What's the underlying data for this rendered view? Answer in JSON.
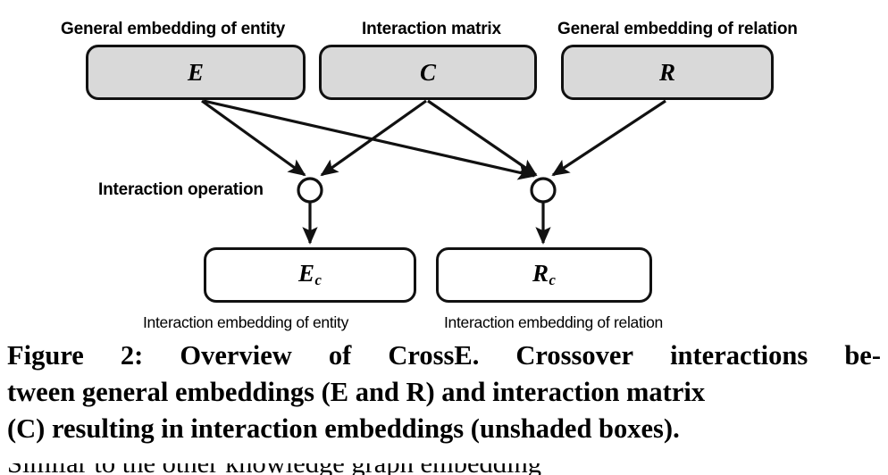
{
  "figure": {
    "diagram": {
      "top_nodes": [
        {
          "name": "entity-embedding",
          "caption": "General embedding of entity",
          "symbol": "E",
          "shaded": true
        },
        {
          "name": "interaction-matrix",
          "caption": "Interaction matrix",
          "symbol": "C",
          "shaded": true
        },
        {
          "name": "relation-embedding",
          "caption": "General embedding of relation",
          "symbol": "R",
          "shaded": true
        }
      ],
      "operation_label": "Interaction operation",
      "bottom_nodes": [
        {
          "name": "entity-interaction-embedding",
          "symbol": "E",
          "subscript": "c",
          "caption": "Interaction embedding of entity",
          "shaded": false
        },
        {
          "name": "relation-interaction-embedding",
          "symbol": "R",
          "subscript": "c",
          "caption": "Interaction embedding of relation",
          "shaded": false
        }
      ],
      "operators": [
        {
          "name": "left-interaction-operator"
        },
        {
          "name": "right-interaction-operator"
        }
      ],
      "colors": {
        "shaded_fill": "#d9d9d9",
        "unshaded_fill": "#ffffff",
        "stroke": "#111111",
        "background": "#ffffff"
      }
    },
    "caption": {
      "line1_left": "Figure 2: Overview of CrossE. Crossover interactions",
      "line1_right": "be-",
      "line1_words": [
        "Figure",
        "2:",
        "Overview",
        "of",
        "CrossE.",
        "Crossover",
        "interactions",
        "be-"
      ],
      "line2": "tween general embeddings (E and R) and interaction matrix",
      "line3": "(C) resulting in interaction embeddings (unshaded boxes).",
      "line4_partial": "Similar to the other knowledge graph embedding"
    }
  }
}
